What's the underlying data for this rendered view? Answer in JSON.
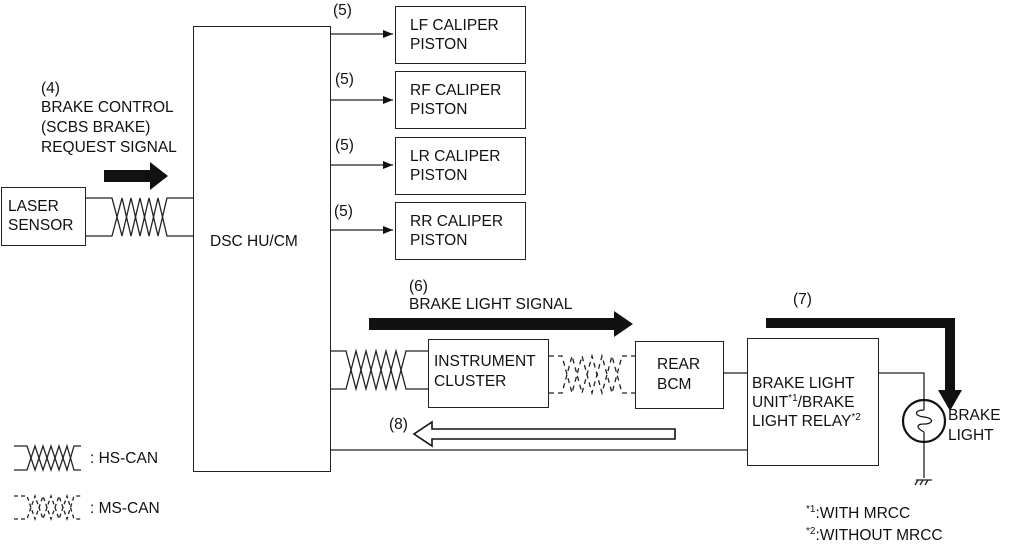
{
  "diagram": {
    "signal_4": {
      "num": "(4)",
      "line1": "BRAKE CONTROL",
      "line2": "(SCBS BRAKE)",
      "line3": "REQUEST SIGNAL"
    },
    "laser_sensor": {
      "line1": "LASER",
      "line2": "SENSOR"
    },
    "dsc": {
      "label": "DSC HU/CM"
    },
    "calipers": [
      {
        "num": "(5)",
        "line1": "LF CALIPER",
        "line2": "PISTON"
      },
      {
        "num": "(5)",
        "line1": "RF CALIPER",
        "line2": "PISTON"
      },
      {
        "num": "(5)",
        "line1": "LR CALIPER",
        "line2": "PISTON"
      },
      {
        "num": "(5)",
        "line1": "RR CALIPER",
        "line2": "PISTON"
      }
    ],
    "signal_6": {
      "num": "(6)",
      "label": "BRAKE LIGHT SIGNAL"
    },
    "instrument_cluster": {
      "line1": "INSTRUMENT",
      "line2": "CLUSTER"
    },
    "rear_bcm": {
      "line1": "REAR",
      "line2": "BCM"
    },
    "signal_7": {
      "num": "(7)"
    },
    "signal_8": {
      "num": "(8)"
    },
    "brake_light_unit": {
      "line1": "BRAKE LIGHT",
      "line2a": "UNIT",
      "sup1": "*1",
      "line2b": "/BRAKE",
      "line3": "LIGHT RELAY",
      "sup2": "*2"
    },
    "brake_light": {
      "line1": "BRAKE",
      "line2": "LIGHT"
    },
    "legend": {
      "hs_can": ": HS-CAN",
      "ms_can": ": MS-CAN"
    },
    "footnotes": [
      {
        "mark": "*1",
        "text": ":WITH MRCC"
      },
      {
        "mark": "*2",
        "text": ":WITHOUT MRCC"
      }
    ]
  }
}
